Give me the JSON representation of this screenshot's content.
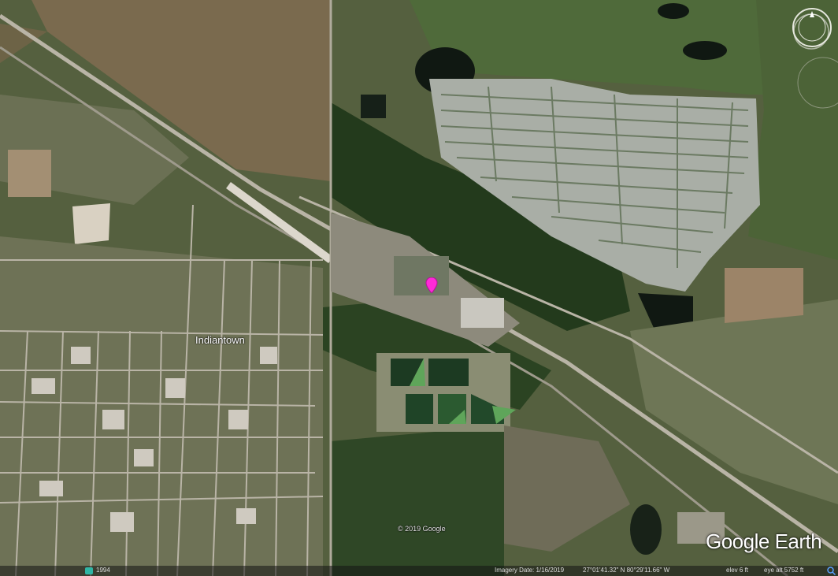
{
  "map": {
    "place_label": "Indiantown",
    "copyright": "© 2019 Google",
    "brand": "Google Earth",
    "colors": {
      "vegetation_dark": "#2f4a25",
      "field_brown": "#7a6a4e",
      "residential": "#a9aea6",
      "road": "#b9b4a6",
      "water_dark": "#101812",
      "pond_green": "#5fa55a",
      "pin": "#ff2ad8"
    }
  },
  "status_bar": {
    "street_view_label": "1994",
    "imagery_date": "Imagery Date: 1/16/2019",
    "coordinates": "27°01'41.32\" N  80°29'11.66\" W",
    "elevation": "elev  6 ft",
    "eye_alt": "eye alt  5752 ft"
  },
  "icons": {
    "compass": "compass-icon",
    "pin": "placemark-pin-icon",
    "street_view": "street-view-icon",
    "search": "search-icon"
  }
}
